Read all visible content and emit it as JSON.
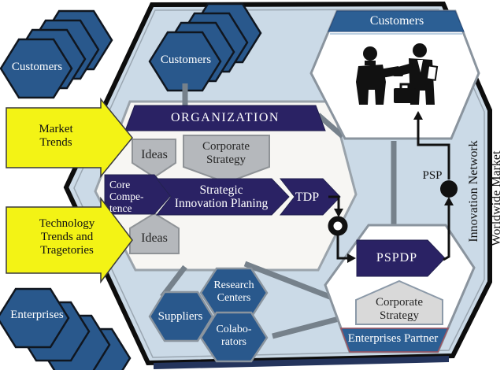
{
  "figure": {
    "external": {
      "customers_left": "Customers",
      "enterprises": "Enterprises",
      "market_trends": [
        "Market",
        "Trends"
      ],
      "technology_trends": [
        "Technology",
        "Trends and",
        "Tragetories"
      ]
    },
    "network": {
      "customers_inner": "Customers",
      "innovation_network": "Innovation Network",
      "worldwide_market": "Worldwide Market",
      "suppliers": "Suppliers",
      "research_centers": [
        "Research",
        "Centers"
      ],
      "colaborators": [
        "Colabo-",
        "rators"
      ]
    },
    "organization": {
      "title": "ORGANIZATION",
      "ideas_top": "Ideas",
      "ideas_bottom": "Ideas",
      "corporate_strategy": [
        "Corporate",
        "Strategy"
      ],
      "core_competence": [
        "Core",
        "Compe-",
        "tence"
      ],
      "strategic_innovation_planing": [
        "Strategic",
        "Innovation Planing"
      ],
      "tdp": "TDP"
    },
    "partner": {
      "customers_banner": "Customers",
      "psp": "PSP",
      "pspdp": "PSPDP",
      "corporate_strategy": [
        "Corporate",
        "Strategy"
      ],
      "enterprises_partner": "Enterprises Partner"
    },
    "colors": {
      "navy": "#2a2264",
      "steel_blue": "#29588c",
      "banner_blue": "#2c5f94",
      "hexagon_fill": "#cbdae7",
      "yellow": "#f3f315",
      "gray_shape": "#b5b8bc",
      "light_gray_shape": "#d9d9d9",
      "connector_gray": "#76818b",
      "white_panel": "#f7f6f3"
    }
  }
}
